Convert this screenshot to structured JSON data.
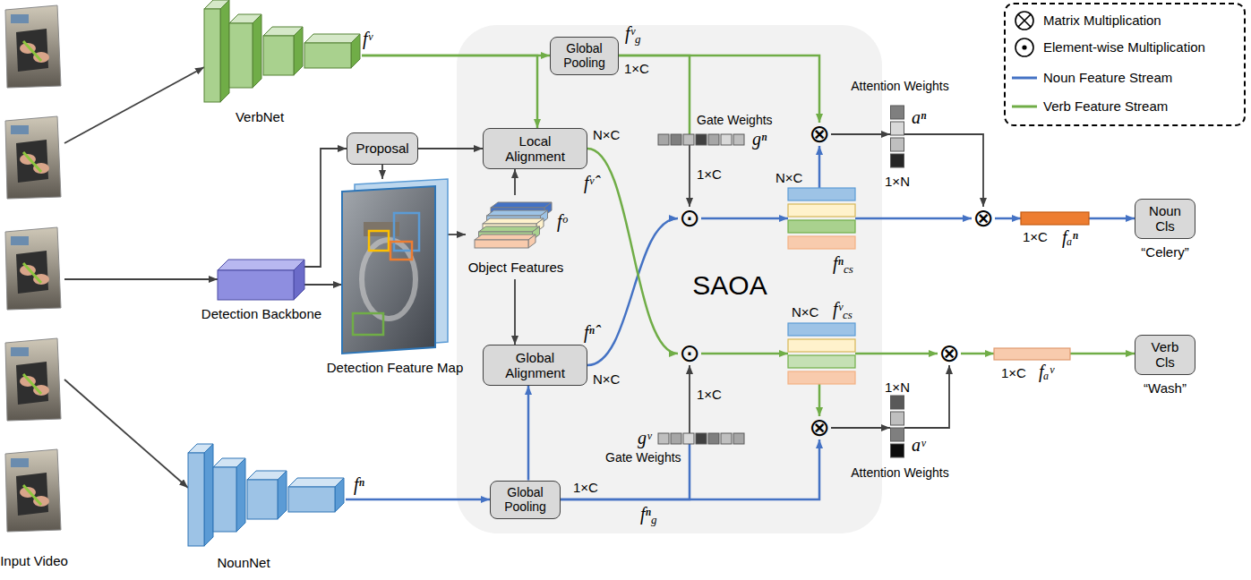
{
  "diagram": {
    "nodes": [
      {
        "text": [
          "Input Video"
        ]
      },
      {
        "text": [
          "VerbNet"
        ]
      },
      {
        "text": [
          "Detection Backbone"
        ]
      },
      {
        "text": [
          "NounNet"
        ]
      },
      {
        "text": [
          "Proposal"
        ]
      },
      {
        "text": [
          "Detection Feature Map"
        ]
      },
      {
        "text": [
          "SAOA"
        ]
      },
      {
        "text": [
          "Global Pooling"
        ],
        "in": 6
      },
      {
        "text": [
          "Local Alignment"
        ],
        "in": 6
      },
      {
        "text": [
          "fᵒ",
          "Object Features"
        ],
        "in": 6
      },
      {
        "text": [
          "Global Alignment"
        ],
        "in": 6
      },
      {
        "text": [
          "Global Pooling"
        ],
        "in": 6
      },
      {
        "text": [
          "Gate Weights",
          "gⁿ"
        ],
        "in": 6
      },
      {
        "text": [
          "⊙"
        ],
        "in": 6
      },
      {
        "text": [
          "N×C",
          "fⁿ",
          "cs"
        ],
        "in": 6
      },
      {
        "text": [
          "⊗"
        ],
        "in": 6
      },
      {
        "text": [
          "⊙"
        ],
        "in": 6
      },
      {
        "text": [
          "N×C",
          "fᵛ",
          "cs"
        ],
        "in": 6
      },
      {
        "text": [
          "⊗"
        ],
        "in": 6
      },
      {
        "text": [
          "gᵛ",
          "Gate Weights"
        ],
        "in": 6
      },
      {
        "text": [
          "Attention Weights",
          "aⁿ",
          "1×N"
        ]
      },
      {
        "text": [
          "⊗"
        ]
      },
      {
        "text": [
          "1×C",
          "fₐⁿ"
        ]
      },
      {
        "text": [
          "Noun Cls",
          "“Celery”"
        ]
      },
      {
        "text": [
          "1×N",
          "aᵛ",
          "Attention Weights"
        ]
      },
      {
        "text": [
          "⊗"
        ]
      },
      {
        "text": [
          "1×C",
          "fₐᵛ"
        ]
      },
      {
        "text": [
          "Verb Cls",
          "“Wash”"
        ]
      }
    ],
    "edges": [
      {
        "from": 0,
        "to": 1,
        "arrow": "to"
      },
      {
        "from": 0,
        "to": 2,
        "arrow": "to"
      },
      {
        "from": 0,
        "to": 3,
        "arrow": "to"
      },
      {
        "from": 2,
        "to": 4,
        "arrow": "to"
      },
      {
        "from": 2,
        "to": 5,
        "arrow": "to"
      },
      {
        "from": 4,
        "to": 5,
        "arrow": "to"
      },
      {
        "from": 4,
        "to": 8,
        "arrow": "to"
      },
      {
        "from": 5,
        "to": 9,
        "arrow": "to"
      },
      {
        "from": 9,
        "to": 8,
        "arrow": "to"
      },
      {
        "from": 9,
        "to": 10,
        "arrow": "to"
      },
      {
        "from": 1,
        "to": 7,
        "arrow": "to"
      },
      {
        "from": 1,
        "to": 8,
        "arrow": "to"
      },
      {
        "from": 3,
        "to": 11,
        "arrow": "to"
      },
      {
        "from": 11,
        "to": 10,
        "arrow": "to"
      },
      {
        "from": 7,
        "to": 12,
        "arrow": "none"
      },
      {
        "from": 12,
        "to": 13,
        "arrow": "to"
      },
      {
        "from": 10,
        "to": 13,
        "arrow": "to"
      },
      {
        "from": 13,
        "to": 14,
        "arrow": "to"
      },
      {
        "from": 14,
        "to": 15,
        "arrow": "to"
      },
      {
        "from": 7,
        "to": 15,
        "arrow": "to"
      },
      {
        "from": 15,
        "to": 20,
        "arrow": "to"
      },
      {
        "from": 20,
        "to": 21,
        "arrow": "to"
      },
      {
        "from": 14,
        "to": 21,
        "arrow": "to"
      },
      {
        "from": 21,
        "to": 22,
        "arrow": "to"
      },
      {
        "from": 22,
        "to": 23,
        "arrow": "to"
      },
      {
        "from": 8,
        "to": 16,
        "arrow": "to"
      },
      {
        "from": 11,
        "to": 19,
        "arrow": "none"
      },
      {
        "from": 19,
        "to": 16,
        "arrow": "to"
      },
      {
        "from": 16,
        "to": 17,
        "arrow": "to"
      },
      {
        "from": 17,
        "to": 18,
        "arrow": "to"
      },
      {
        "from": 11,
        "to": 18,
        "arrow": "to"
      },
      {
        "from": 18,
        "to": 24,
        "arrow": "to"
      },
      {
        "from": 24,
        "to": 25,
        "arrow": "to"
      },
      {
        "from": 17,
        "to": 25,
        "arrow": "to"
      },
      {
        "from": 25,
        "to": 26,
        "arrow": "to"
      },
      {
        "from": 26,
        "to": 27,
        "arrow": "to"
      }
    ],
    "labels": [
      "fᵛ",
      "fᵛ",
      "g",
      "1×C",
      "N×C",
      "fᵛ̂",
      "fⁿ̂",
      "N×C",
      "1×C",
      "1×C",
      "1×C",
      "fⁿ",
      "g",
      "fⁿ"
    ],
    "legend": [
      {
        "text": "Matrix Multiplication"
      },
      {
        "text": "Element-wise Multiplication"
      },
      {
        "text": "Noun Feature Stream"
      },
      {
        "text": "Verb Feature Stream"
      }
    ]
  }
}
